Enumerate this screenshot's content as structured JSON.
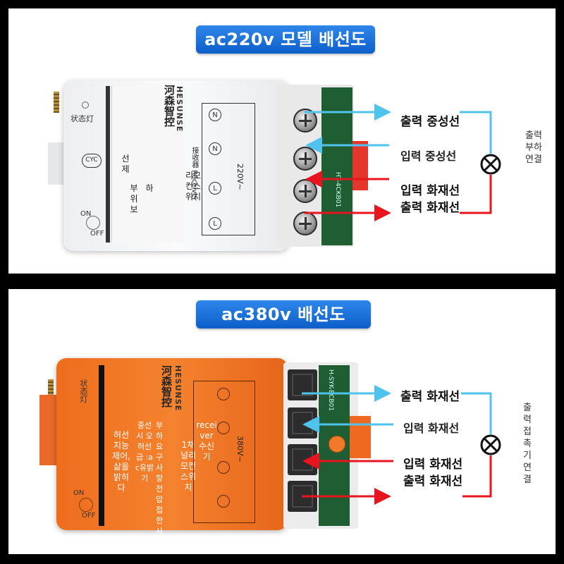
{
  "colors": {
    "banner": "#1a6fdc",
    "neutral_wire": "#4fc3ee",
    "live_wire": "#e8141e",
    "device_white": "#f3f4f5",
    "device_orange": "#f07823",
    "terminal_block": "#e9e9ea"
  },
  "panel1": {
    "title": "ac220v 모델 배선도",
    "device_text": {
      "status_light": "状态灯",
      "brand_en": "HESUNSE",
      "brand_cn": "河森智控",
      "receiver_label": "接收器 Receiver",
      "voltage": "220V~",
      "logo": "CYC",
      "on": "ON",
      "off": "OFF",
      "n_label": "N",
      "l_label": "L",
      "overlay_col1": "선제",
      "overlay_col2": "리모컨스위치",
      "overlay_col3": "부위보",
      "overlay_col4": "하",
      "pcb_text": "HT-4CKB01"
    },
    "wiring": {
      "out_neutral": "출력 중성선",
      "in_neutral": "입력 중성선",
      "in_live": "입력 화재선",
      "out_live": "출력 화재선"
    },
    "load": "출력부하연결"
  },
  "panel2": {
    "title": "ac380v 배선도",
    "device_text": {
      "status_light": "状态灯",
      "brand_en": "HESUNSE",
      "brand_cn": "河森智控",
      "voltage": "380V~",
      "on": "ON",
      "off": "OFF",
      "overlay_receiver": "receiver수신기",
      "overlay_remote": "1채널리모컨스위치",
      "overlay_col_a": "허선지능제어,삶을밝히다",
      "overlay_col_b": "중선시 오허선금 :ac유밝기",
      "overlay_col_c": "부하요구사항전압접한사용",
      "pcb_text": "H-SYK-BCB01"
    },
    "wiring": {
      "out_live_1": "출력 화재선",
      "in_live_1": "입력 화재선",
      "in_live_2": "입력 화재선",
      "out_live_2": "출력 화재선"
    },
    "load": "출력접촉기연결"
  }
}
